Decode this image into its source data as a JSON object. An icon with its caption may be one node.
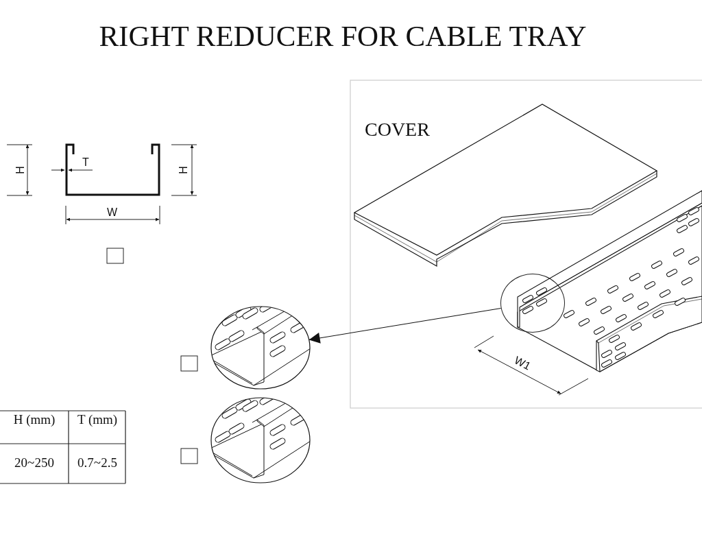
{
  "diagram": {
    "title": "RIGHT REDUCER FOR CABLE TRAY",
    "nodes": [
      {
        "text": [],
        "shape": "circle"
      },
      {
        "text": [],
        "shape": "picture"
      },
      {
        "text": [],
        "shape": "picture"
      }
    ],
    "edges": [
      {
        "from": 0,
        "to": 1,
        "arrow": "to"
      }
    ],
    "labels": [
      "COVER",
      "T",
      "H",
      "H",
      "W",
      "W1",
      "H (mm)",
      "T (mm)",
      "20~250",
      "0.7~2.5"
    ]
  }
}
